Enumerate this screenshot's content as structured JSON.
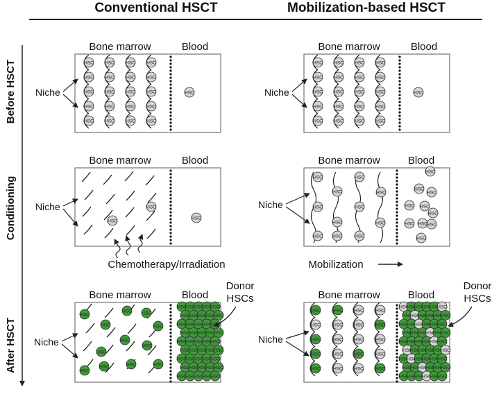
{
  "columns": {
    "left_title": "Conventional HSCT",
    "right_title": "Mobilization-based HSCT"
  },
  "stages": [
    "Before HSCT",
    "Conditioning",
    "After HSCT"
  ],
  "labels": {
    "bone_marrow": "Bone marrow",
    "blood": "Blood",
    "niche": "Niche",
    "hsc": "HSC",
    "donor_line1": "Donor",
    "donor_line2": "HSCs",
    "chemo": "Chemotherapy/Irradiation",
    "mobilization": "Mobilization"
  },
  "colors": {
    "host_hsc": "#d6d6d6",
    "donor_hsc": "#3f9b3a",
    "line": "#222222"
  }
}
